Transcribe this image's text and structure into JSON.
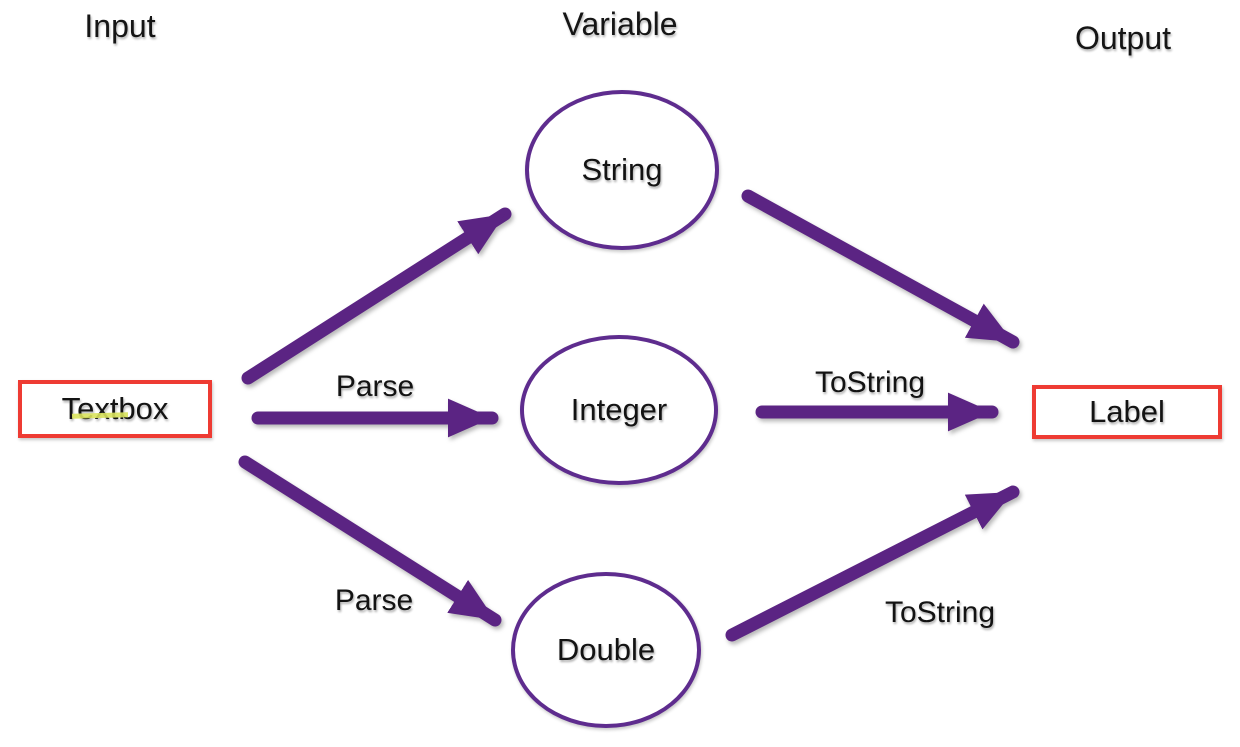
{
  "diagram": {
    "columns": {
      "input": {
        "label": "Input"
      },
      "variable": {
        "label": "Variable"
      },
      "output": {
        "label": "Output"
      }
    },
    "input_node": {
      "label": "Textbox",
      "shape": "rectangle",
      "border_color": "#ee3b33"
    },
    "output_node": {
      "label": "Label",
      "shape": "rectangle",
      "border_color": "#ee3b33"
    },
    "variable_nodes": [
      {
        "label": "String",
        "shape": "ellipse",
        "stroke_color": "#5e2c8e"
      },
      {
        "label": "Integer",
        "shape": "ellipse",
        "stroke_color": "#5e2c8e"
      },
      {
        "label": "Double",
        "shape": "ellipse",
        "stroke_color": "#5e2c8e"
      }
    ],
    "edges": [
      {
        "from": "Textbox",
        "to": "String",
        "label": ""
      },
      {
        "from": "Textbox",
        "to": "Integer",
        "label": "Parse"
      },
      {
        "from": "Textbox",
        "to": "Double",
        "label": "Parse"
      },
      {
        "from": "String",
        "to": "Label",
        "label": ""
      },
      {
        "from": "Integer",
        "to": "Label",
        "label": "ToString"
      },
      {
        "from": "Double",
        "to": "Label",
        "label": "ToString"
      }
    ],
    "colors": {
      "arrow": "#5b2483",
      "ellipse_stroke": "#5e2c8e",
      "rect_border": "#ee3b33",
      "text": "#131313",
      "highlight_mark": "#d9e35d",
      "background": "#ffffff"
    }
  }
}
